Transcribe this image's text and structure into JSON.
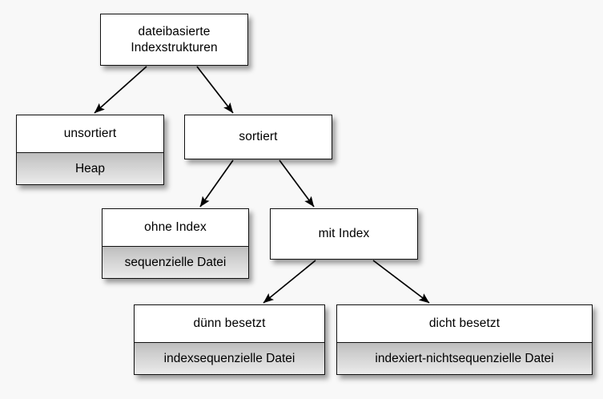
{
  "diagram": {
    "title": "dateibasierte Indexstrukturen",
    "background_color": "#f8f8f8",
    "border_color": "#111111",
    "node_fill": "#ffffff",
    "subpanel_fill": "#cfcfcf",
    "edge_color": "#000000",
    "nodes": {
      "root": {
        "title": "dateibasierte\nIndexstrukturen"
      },
      "unsortiert": {
        "title": "unsortiert",
        "sub": "Heap"
      },
      "sortiert": {
        "title": "sortiert"
      },
      "ohne_index": {
        "title": "ohne Index",
        "sub": "sequenzielle Datei"
      },
      "mit_index": {
        "title": "mit Index"
      },
      "duenn_besetzt": {
        "title": "dünn besetzt",
        "sub": "indexsequenzielle Datei"
      },
      "dicht_besetzt": {
        "title": "dicht besetzt",
        "sub": "indexiert-nichtsequenzielle Datei"
      }
    },
    "edges": [
      {
        "from": "root",
        "to": "unsortiert"
      },
      {
        "from": "root",
        "to": "sortiert"
      },
      {
        "from": "sortiert",
        "to": "ohne_index"
      },
      {
        "from": "sortiert",
        "to": "mit_index"
      },
      {
        "from": "mit_index",
        "to": "duenn_besetzt"
      },
      {
        "from": "mit_index",
        "to": "dicht_besetzt"
      }
    ]
  }
}
